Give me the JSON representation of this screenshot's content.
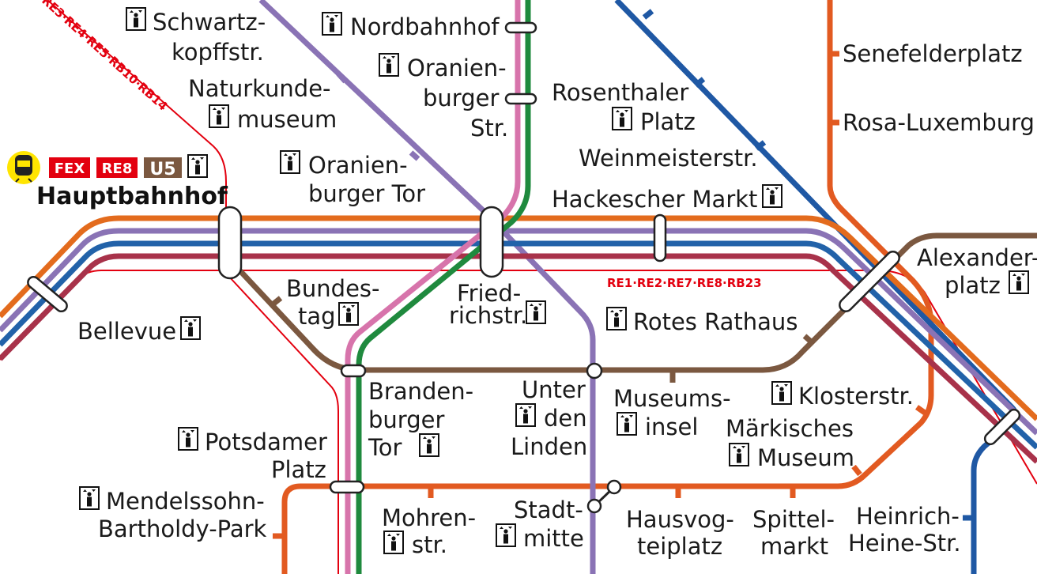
{
  "colors": {
    "s_ring_orange": "#e36b1d",
    "s_purple": "#8a73b5",
    "s_blue": "#2262a9",
    "s_maroon": "#a8324a",
    "s_pink": "#d774ab",
    "s_green": "#1f8a3e",
    "u5_brown": "#7b5840",
    "u2_orange": "#e25a21",
    "u8_blue": "#1f58a4",
    "regional_red": "#e3000f",
    "tram_yellow": "#ffe500"
  },
  "hub": {
    "name": "Hauptbahnhof",
    "badges": [
      "FEX",
      "RE8",
      "U5"
    ],
    "icons": [
      "tram-icon",
      "elevator-icon"
    ]
  },
  "regional_labels": {
    "north": "RE3·RE4·RE5·RB10·RB14",
    "east": "RE1·RE2·RE7·RE8·RB23"
  },
  "stations": {
    "schwartzkopffstr": [
      "Schwartz-",
      "kopffstr."
    ],
    "nordbahnhof": [
      "Nordbahnhof"
    ],
    "oranienburger_str": [
      "Oranien-",
      "burger",
      "Str."
    ],
    "naturkundemuseum": [
      "Naturkunde-",
      "museum"
    ],
    "oranienburger_tor": [
      "Oranien-",
      "burger Tor"
    ],
    "rosenthaler_platz": [
      "Rosenthaler",
      "Platz"
    ],
    "weinmeisterstr": [
      "Weinmeisterstr."
    ],
    "hackescher_markt": [
      "Hackescher Markt"
    ],
    "senefelderplatz": [
      "Senefelderplatz"
    ],
    "rosa_luxemburg": [
      "Rosa-Luxemburg"
    ],
    "alexanderplatz": [
      "Alexander-",
      "platz"
    ],
    "bellevue": [
      "Bellevue"
    ],
    "bundestag": [
      "Bundes-",
      "tag"
    ],
    "friedrichstr": [
      "Fried-",
      "richstr."
    ],
    "rotes_rathaus": [
      "Rotes Rathaus"
    ],
    "brandenburger_tor": [
      "Branden-",
      "burger",
      "Tor"
    ],
    "unter_den_linden": [
      "Unter",
      "den",
      "Linden"
    ],
    "museumsinsel": [
      "Museums-",
      "insel"
    ],
    "klosterstr": [
      "Klosterstr."
    ],
    "maerkisches_museum": [
      "Märkisches",
      "Museum"
    ],
    "potsdamer_platz": [
      "Potsdamer",
      "Platz"
    ],
    "mendelssohn": [
      "Mendelssohn-",
      "Bartholdy-Park"
    ],
    "mohrenstr": [
      "Mohren-",
      "str."
    ],
    "stadtmitte": [
      "Stadt-",
      "mitte"
    ],
    "hausvogteiplatz": [
      "Hausvog-",
      "teiplatz"
    ],
    "spittelmarkt": [
      "Spittel-",
      "markt"
    ],
    "heinrich_heine": [
      "Heinrich-",
      "Heine-Str."
    ]
  }
}
